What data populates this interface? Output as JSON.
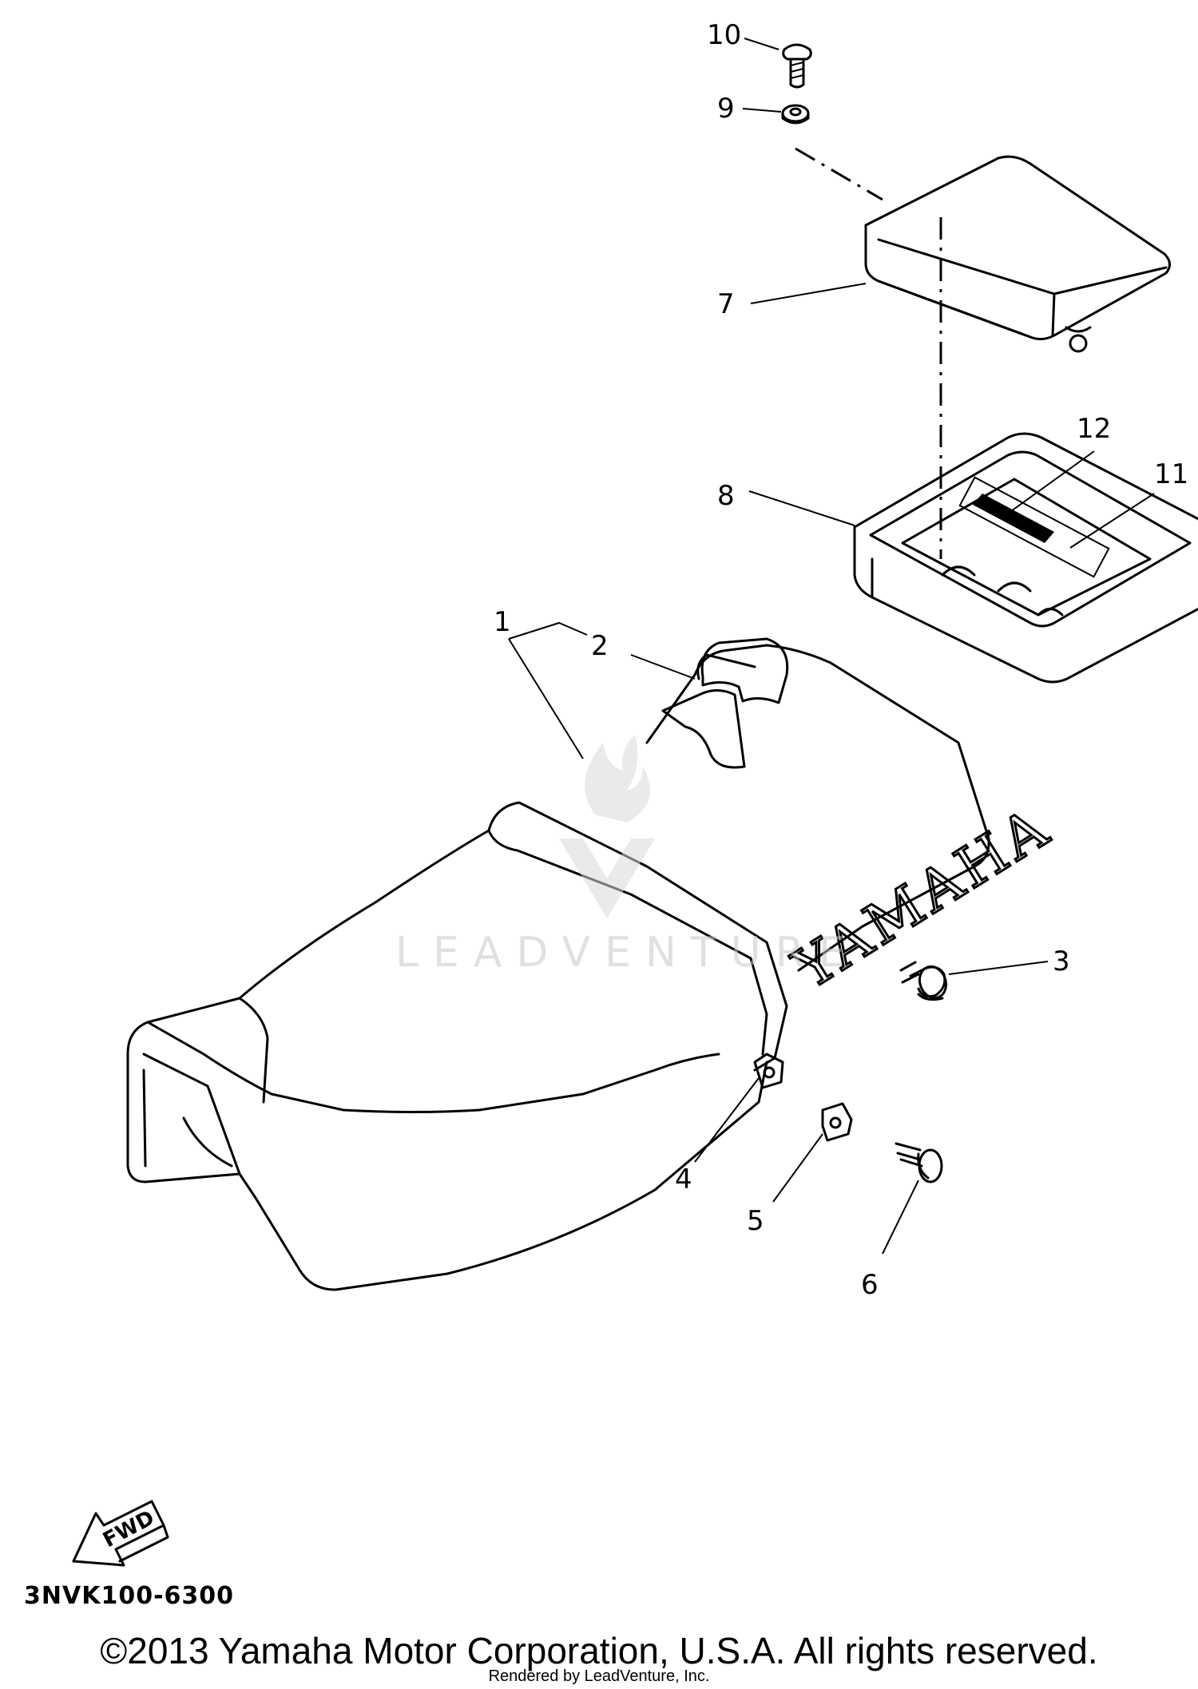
{
  "diagram": {
    "brand_mark": "YAMAHA",
    "watermark": "LEADVENTURE",
    "fwd_label": "FWD",
    "part_code": "3NVK100-6300",
    "callouts": [
      {
        "id": "1",
        "label": "1"
      },
      {
        "id": "2",
        "label": "2"
      },
      {
        "id": "3",
        "label": "3"
      },
      {
        "id": "4",
        "label": "4"
      },
      {
        "id": "5",
        "label": "5"
      },
      {
        "id": "6",
        "label": "6"
      },
      {
        "id": "7",
        "label": "7"
      },
      {
        "id": "8",
        "label": "8"
      },
      {
        "id": "9",
        "label": "9"
      },
      {
        "id": "10",
        "label": "10"
      },
      {
        "id": "11",
        "label": "11"
      },
      {
        "id": "12",
        "label": "12"
      }
    ]
  },
  "footer": {
    "copyright": "©2013 Yamaha Motor Corporation, U.S.A. All rights reserved.",
    "rendered_by": "Rendered by LeadVenture, Inc."
  }
}
